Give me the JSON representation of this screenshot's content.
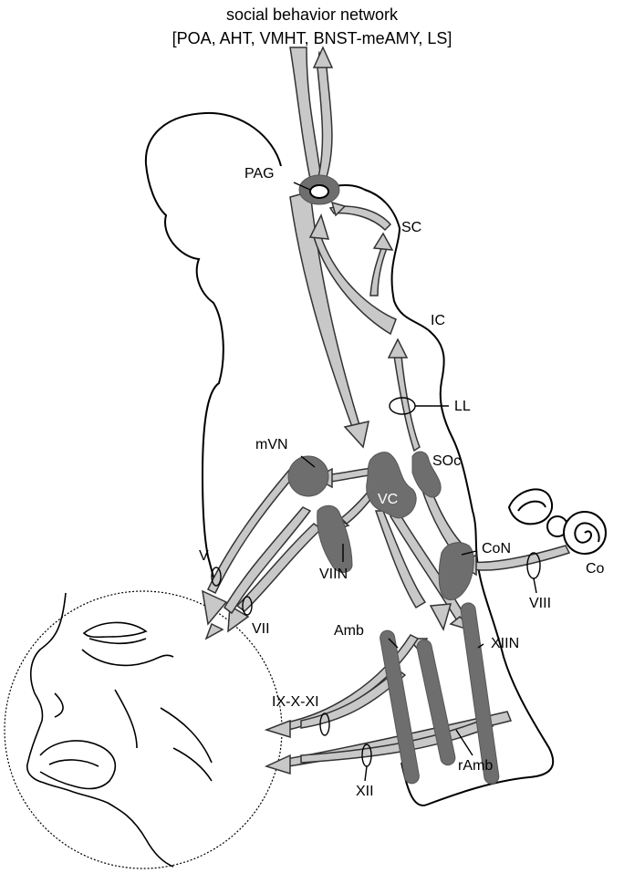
{
  "title_line1": "social behavior network",
  "title_line2": "[POA, AHT, VMHT, BNST-meAMY, LS]",
  "labels": {
    "PAG": "PAG",
    "SC": "SC",
    "IC": "IC",
    "LL": "LL",
    "mVN": "mVN",
    "SOc": "SOc",
    "VC": "VC",
    "CoN": "CoN",
    "Co": "Co",
    "VIII": "VIII",
    "V": "V",
    "VII": "VII",
    "VIIN": "VIIN",
    "Amb": "Amb",
    "XIIN": "XIIN",
    "IX_X_XI": "IX-X-XI",
    "XII": "XII",
    "rAmb": "rAmb"
  },
  "colors": {
    "pathway_fill": "#c8c8c8",
    "nucleus_fill": "#6e6e6e",
    "outline": "#000000"
  }
}
